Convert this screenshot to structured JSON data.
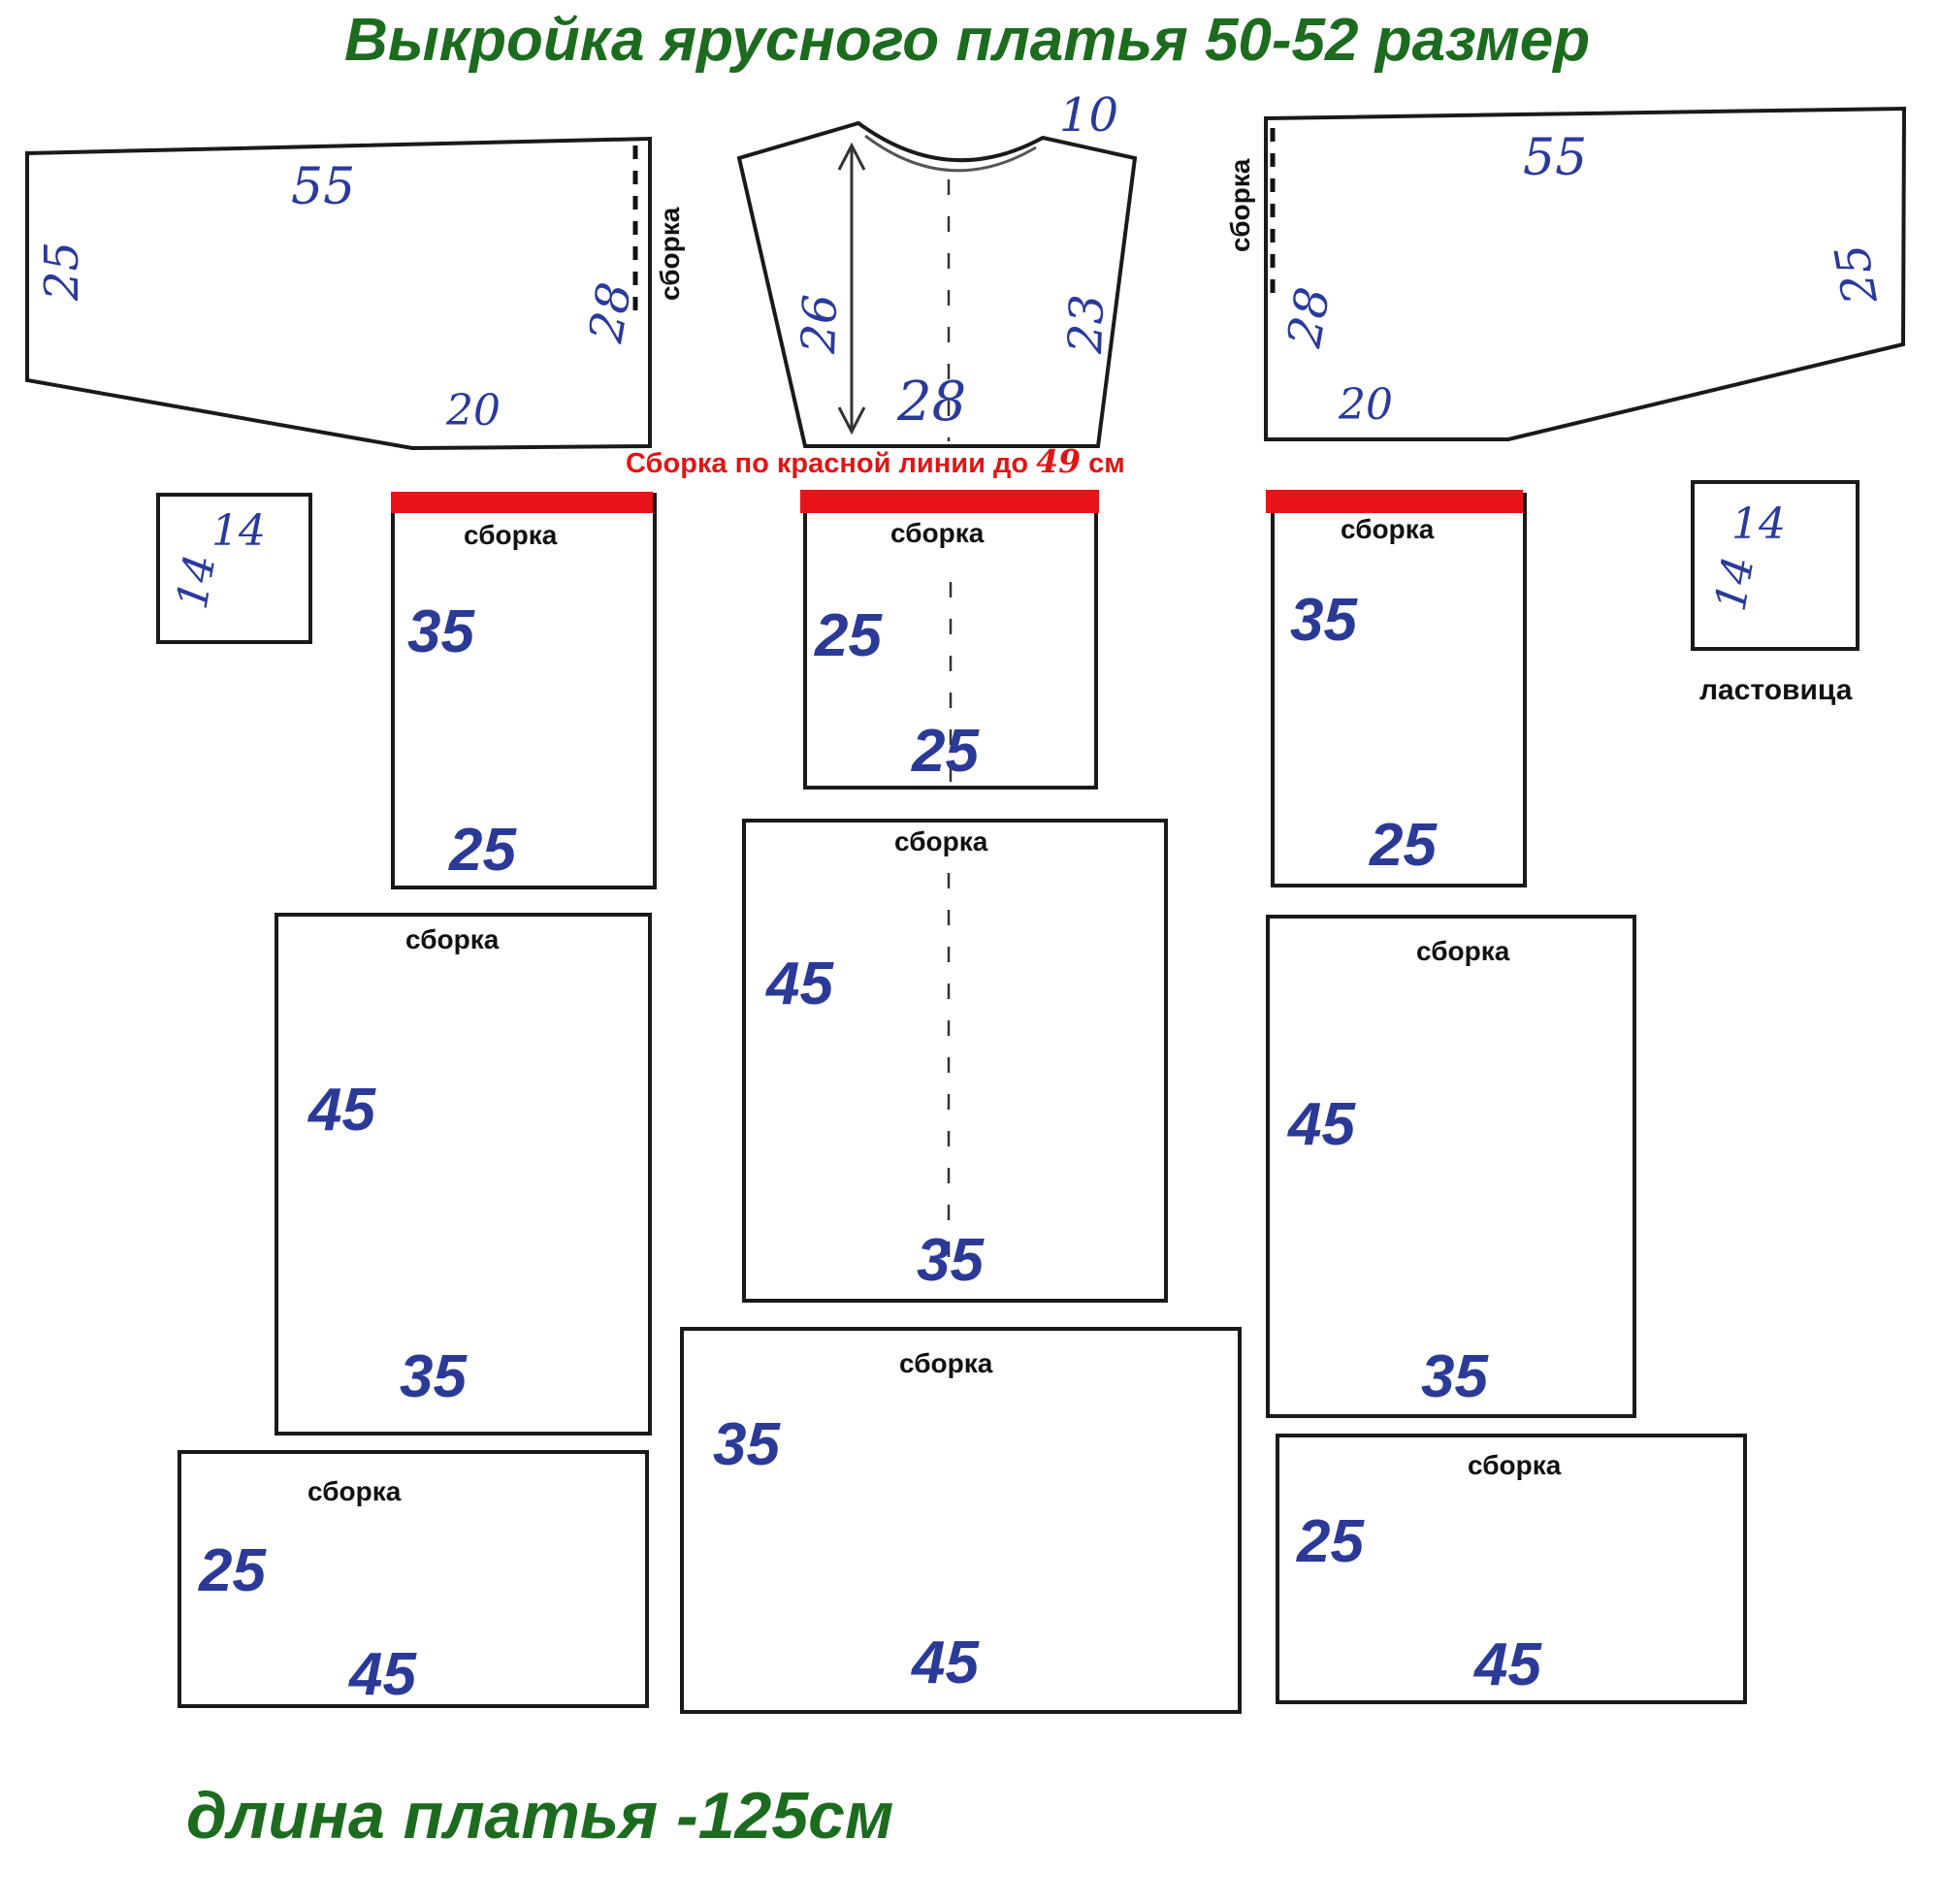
{
  "title": "Выкройка ярусного платья 50-52 размер",
  "footer": "длина платья -125см",
  "accent_colors": {
    "title": "#1c6b1f",
    "red_line": "#e01515",
    "numbers": "#2b3a96"
  },
  "red_note": {
    "prefix": "Сборка по красной линии до ",
    "value": "49",
    "suffix": " см"
  },
  "gather_label": "сборка",
  "gusset_label": "ластовица",
  "sleeve_left": {
    "top": "55",
    "left": "25",
    "right": "28",
    "bottom": "20",
    "gather": "сборка"
  },
  "sleeve_right": {
    "top": "55",
    "right": "25",
    "left": "28",
    "bottom": "20",
    "gather": "сборка"
  },
  "bodice": {
    "neck": "10",
    "center": "26",
    "side": "23",
    "bottom": "28"
  },
  "gusset_left": {
    "w": "14",
    "h": "14"
  },
  "gusset_right": {
    "w": "14",
    "h": "14"
  },
  "panels": {
    "tier1_left": {
      "height": "35",
      "width": "25"
    },
    "tier1_center": {
      "height": "25",
      "width": "25"
    },
    "tier1_right": {
      "height": "35",
      "width": "25"
    },
    "tier2_left": {
      "height": "45",
      "width": "35"
    },
    "tier2_center": {
      "height": "45",
      "width": "35"
    },
    "tier2_right": {
      "height": "45",
      "width": "35"
    },
    "tier3_left": {
      "height": "25",
      "width": "45"
    },
    "tier3_center": {
      "height": "35",
      "width": "45"
    },
    "tier3_right": {
      "height": "25",
      "width": "45"
    }
  }
}
